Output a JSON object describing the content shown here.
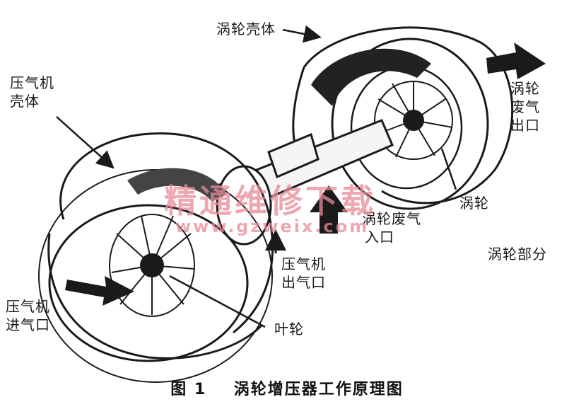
{
  "labels": {
    "turbine_housing": "涡轮壳体",
    "compressor_housing_line1": "压气机",
    "compressor_housing_line2": "壳体",
    "exhaust_outlet_line1": "涡轮",
    "exhaust_outlet_line2": "废气",
    "exhaust_outlet_line3": "出口",
    "turbine_wheel": "涡轮",
    "exhaust_inlet_line1": "涡轮废气",
    "exhaust_inlet_line2": "入口",
    "turbine_section": "涡轮部分",
    "compressor_outlet_line1": "压气机",
    "compressor_outlet_line2": "出气口",
    "compressor_inlet_line1": "压气机",
    "compressor_inlet_line2": "进气口",
    "impeller": "叶轮"
  },
  "watermark": {
    "text": "精通维修下载",
    "url": "www.gzweix.com"
  },
  "caption": {
    "number": "图 1",
    "title": "涡轮增压器工作原理图"
  },
  "colors": {
    "ink": "#1a1a1a",
    "watermark": "#e88a96"
  }
}
